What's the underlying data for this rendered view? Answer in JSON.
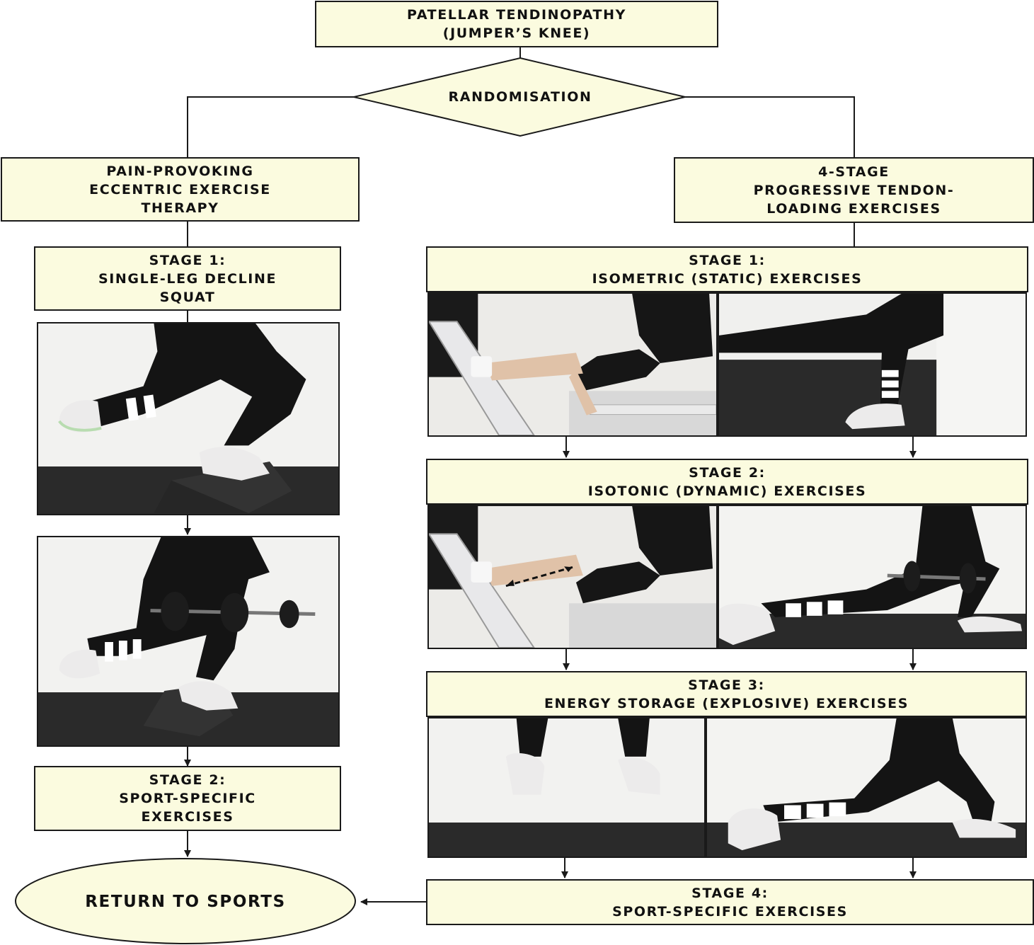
{
  "title_box": {
    "line1": "PATELLAR TENDINOPATHY",
    "line2": "(JUMPER’S KNEE)"
  },
  "decision": {
    "label": "RANDOMISATION"
  },
  "left_arm": {
    "header": {
      "line1": "PAIN-PROVOKING",
      "line2": "ECCENTRIC EXERCISE",
      "line3": "THERAPY"
    },
    "stage1": {
      "line1": "STAGE 1:",
      "line2": "SINGLE-LEG DECLINE",
      "line3": "SQUAT"
    },
    "stage2": {
      "line1": "STAGE 2:",
      "line2": "SPORT-SPECIFIC",
      "line3": "EXERCISES"
    }
  },
  "right_arm": {
    "header": {
      "line1": "4-STAGE",
      "line2": "PROGRESSIVE TENDON-",
      "line3": "LOADING EXERCISES"
    },
    "stage1": {
      "line1": "STAGE 1:",
      "line2": "ISOMETRIC (STATIC) EXERCISES"
    },
    "stage2": {
      "line1": "STAGE 2:",
      "line2": "ISOTONIC (DYNAMIC) EXERCISES"
    },
    "stage3": {
      "line1": "STAGE 3:",
      "line2": "ENERGY STORAGE (EXPLOSIVE) EXERCISES"
    },
    "stage4": {
      "line1": "STAGE 4:",
      "line2": "SPORT-SPECIFIC EXERCISES"
    }
  },
  "outcome": {
    "label": "RETURN TO SPORTS"
  },
  "photos": {
    "left_decline_squat": "single-leg decline squat photo",
    "left_decline_squat_dumbbell": "single-leg decline squat with dumbbell photo",
    "iso_leg_press": "isometric leg press photo",
    "iso_wall_sit": "isometric wall sit photo",
    "isotonic_leg_press": "isotonic leg press photo",
    "isotonic_lunge": "isotonic dumbbell lunge photo",
    "explosive_jump": "explosive jump photo",
    "explosive_lunge": "explosive lunge photo"
  },
  "colors": {
    "box_fill": "#fbfbdf",
    "line": "#1a1a1a",
    "pants": "#141414",
    "stripe": "#ffffff",
    "floor": "#2a2a2a"
  }
}
